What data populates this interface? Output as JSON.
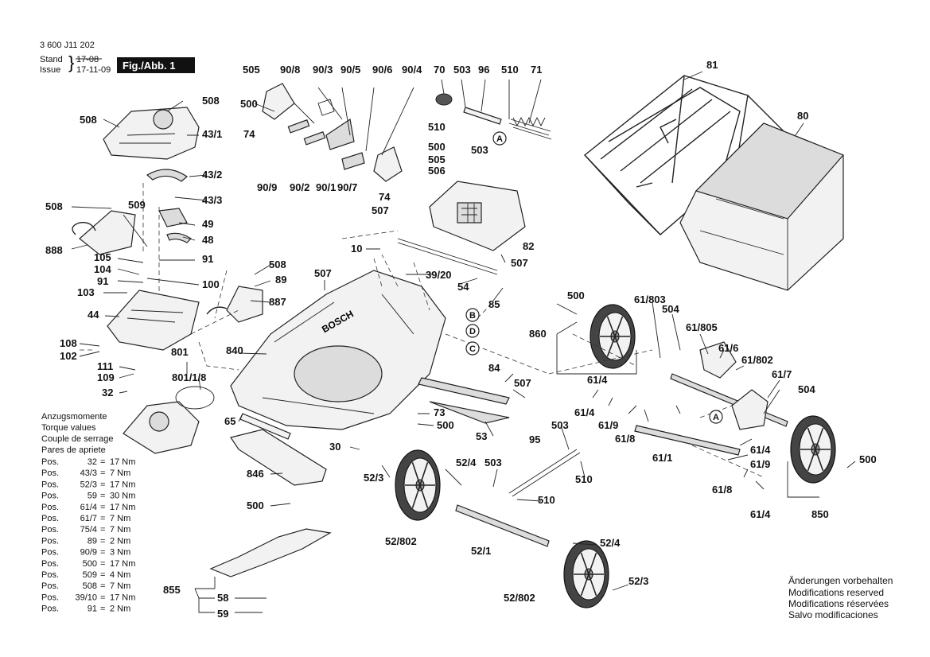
{
  "header": {
    "doc_number": "3 600 J11 202",
    "stand_label": "Stand",
    "issue_label": "Issue",
    "stand_value": "17-08",
    "issue_value": "17-11-09",
    "figure_label": "Fig./Abb. 1"
  },
  "torque": {
    "titles": [
      "Anzugsmomente",
      "Torque values",
      "Couple de serrage",
      "Pares de apriete"
    ],
    "rows": [
      {
        "pos": "Pos.",
        "part": "32",
        "value": "17 Nm"
      },
      {
        "pos": "Pos.",
        "part": "43/3",
        "value": "7 Nm"
      },
      {
        "pos": "Pos.",
        "part": "52/3",
        "value": "17 Nm"
      },
      {
        "pos": "Pos.",
        "part": "59",
        "value": "30 Nm"
      },
      {
        "pos": "Pos.",
        "part": "61/4",
        "value": "17 Nm"
      },
      {
        "pos": "Pos.",
        "part": "61/7",
        "value": "7 Nm"
      },
      {
        "pos": "Pos.",
        "part": "75/4",
        "value": "7 Nm"
      },
      {
        "pos": "Pos.",
        "part": "89",
        "value": "2 Nm"
      },
      {
        "pos": "Pos.",
        "part": "90/9",
        "value": "3 Nm"
      },
      {
        "pos": "Pos.",
        "part": "500",
        "value": "17 Nm"
      },
      {
        "pos": "Pos.",
        "part": "509",
        "value": "4 Nm"
      },
      {
        "pos": "Pos.",
        "part": "508",
        "value": "7 Nm"
      },
      {
        "pos": "Pos.",
        "part": "39/10",
        "value": "17 Nm"
      },
      {
        "pos": "Pos.",
        "part": "91",
        "value": "2 Nm"
      }
    ],
    "equals": "="
  },
  "notes": [
    "Änderungen vorbehalten",
    "Modifications reserved",
    "Modifications réservées",
    "Salvo modificaciones"
  ],
  "brand": "BOSCH",
  "callouts": [
    {
      "id": "505",
      "label": "505"
    },
    {
      "id": "90-8",
      "label": "90/8"
    },
    {
      "id": "90-3",
      "label": "90/3"
    },
    {
      "id": "90-5",
      "label": "90/5"
    },
    {
      "id": "90-6",
      "label": "90/6"
    },
    {
      "id": "90-4",
      "label": "90/4"
    },
    {
      "id": "70",
      "label": "70"
    },
    {
      "id": "503a",
      "label": "503"
    },
    {
      "id": "96",
      "label": "96"
    },
    {
      "id": "510a",
      "label": "510"
    },
    {
      "id": "71",
      "label": "71"
    },
    {
      "id": "81",
      "label": "81"
    },
    {
      "id": "80",
      "label": "80"
    },
    {
      "id": "500a",
      "label": "500"
    },
    {
      "id": "74a",
      "label": "74"
    },
    {
      "id": "510b",
      "label": "510"
    },
    {
      "id": "503b",
      "label": "503"
    },
    {
      "id": "500b",
      "label": "500"
    },
    {
      "id": "505b",
      "label": "505"
    },
    {
      "id": "506",
      "label": "506"
    },
    {
      "id": "90-9",
      "label": "90/9"
    },
    {
      "id": "90-2",
      "label": "90/2"
    },
    {
      "id": "90-1",
      "label": "90/1"
    },
    {
      "id": "90-7",
      "label": "90/7"
    },
    {
      "id": "74b",
      "label": "74"
    },
    {
      "id": "507a",
      "label": "507"
    },
    {
      "id": "508a",
      "label": "508"
    },
    {
      "id": "508b",
      "label": "508"
    },
    {
      "id": "43-1",
      "label": "43/1"
    },
    {
      "id": "43-2",
      "label": "43/2"
    },
    {
      "id": "43-3",
      "label": "43/3"
    },
    {
      "id": "508c",
      "label": "508"
    },
    {
      "id": "509",
      "label": "509"
    },
    {
      "id": "49",
      "label": "49"
    },
    {
      "id": "48",
      "label": "48"
    },
    {
      "id": "888",
      "label": "888"
    },
    {
      "id": "105",
      "label": "105"
    },
    {
      "id": "91a",
      "label": "91"
    },
    {
      "id": "104",
      "label": "104"
    },
    {
      "id": "91b",
      "label": "91"
    },
    {
      "id": "100",
      "label": "100"
    },
    {
      "id": "103",
      "label": "103"
    },
    {
      "id": "44",
      "label": "44"
    },
    {
      "id": "508d",
      "label": "508"
    },
    {
      "id": "89",
      "label": "89"
    },
    {
      "id": "887",
      "label": "887"
    },
    {
      "id": "507b",
      "label": "507"
    },
    {
      "id": "10",
      "label": "10"
    },
    {
      "id": "39-20",
      "label": "39/20"
    },
    {
      "id": "54",
      "label": "54"
    },
    {
      "id": "85",
      "label": "85"
    },
    {
      "id": "82",
      "label": "82"
    },
    {
      "id": "507c",
      "label": "507"
    },
    {
      "id": "108",
      "label": "108"
    },
    {
      "id": "102",
      "label": "102"
    },
    {
      "id": "801",
      "label": "801"
    },
    {
      "id": "801-1-8",
      "label": "801/1/8"
    },
    {
      "id": "840",
      "label": "840"
    },
    {
      "id": "111",
      "label": "111"
    },
    {
      "id": "109",
      "label": "109"
    },
    {
      "id": "32",
      "label": "32"
    },
    {
      "id": "65",
      "label": "65"
    },
    {
      "id": "84",
      "label": "84"
    },
    {
      "id": "507d",
      "label": "507"
    },
    {
      "id": "73",
      "label": "73"
    },
    {
      "id": "500c",
      "label": "500"
    },
    {
      "id": "53",
      "label": "53"
    },
    {
      "id": "30",
      "label": "30"
    },
    {
      "id": "846",
      "label": "846"
    },
    {
      "id": "500d",
      "label": "500"
    },
    {
      "id": "52-3a",
      "label": "52/3"
    },
    {
      "id": "52-4a",
      "label": "52/4"
    },
    {
      "id": "503c",
      "label": "503"
    },
    {
      "id": "95",
      "label": "95"
    },
    {
      "id": "503d",
      "label": "503"
    },
    {
      "id": "510c",
      "label": "510"
    },
    {
      "id": "510d",
      "label": "510"
    },
    {
      "id": "52-802a",
      "label": "52/802"
    },
    {
      "id": "52-1",
      "label": "52/1"
    },
    {
      "id": "52-4b",
      "label": "52/4"
    },
    {
      "id": "52-3b",
      "label": "52/3"
    },
    {
      "id": "52-802b",
      "label": "52/802"
    },
    {
      "id": "855",
      "label": "855"
    },
    {
      "id": "58",
      "label": "58"
    },
    {
      "id": "59",
      "label": "59"
    },
    {
      "id": "500e",
      "label": "500"
    },
    {
      "id": "860",
      "label": "860"
    },
    {
      "id": "61-803",
      "label": "61/803"
    },
    {
      "id": "504a",
      "label": "504"
    },
    {
      "id": "61-805",
      "label": "61/805"
    },
    {
      "id": "61-6",
      "label": "61/6"
    },
    {
      "id": "61-802",
      "label": "61/802"
    },
    {
      "id": "61-7",
      "label": "61/7"
    },
    {
      "id": "504b",
      "label": "504"
    },
    {
      "id": "61-4a",
      "label": "61/4"
    },
    {
      "id": "61-4b",
      "label": "61/4"
    },
    {
      "id": "61-9a",
      "label": "61/9"
    },
    {
      "id": "61-8a",
      "label": "61/8"
    },
    {
      "id": "61-1",
      "label": "61/1"
    },
    {
      "id": "61-4c",
      "label": "61/4"
    },
    {
      "id": "61-9b",
      "label": "61/9"
    },
    {
      "id": "61-8b",
      "label": "61/8"
    },
    {
      "id": "61-4d",
      "label": "61/4"
    },
    {
      "id": "500f",
      "label": "500"
    },
    {
      "id": "850",
      "label": "850"
    }
  ],
  "refs": [
    {
      "id": "A1",
      "label": "A"
    },
    {
      "id": "A2",
      "label": "A"
    },
    {
      "id": "B",
      "label": "B"
    },
    {
      "id": "D",
      "label": "D"
    },
    {
      "id": "C",
      "label": "C"
    }
  ]
}
